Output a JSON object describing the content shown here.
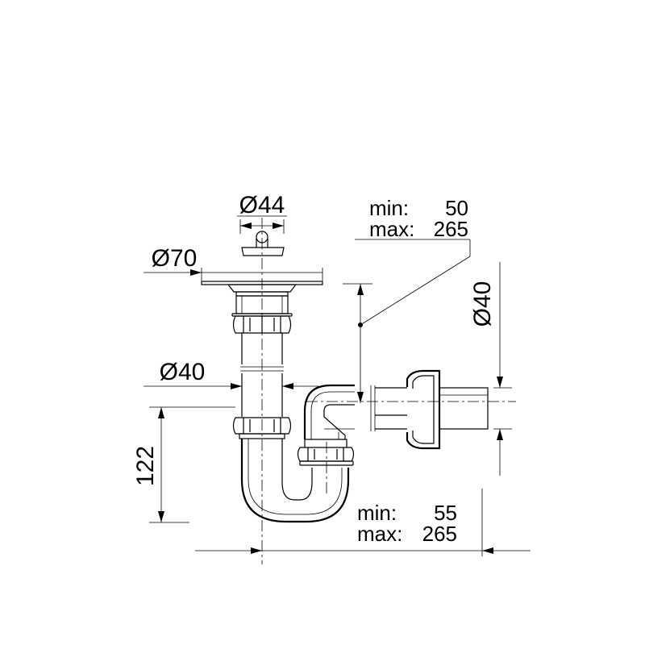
{
  "drawing": {
    "dimensions": {
      "cap_diameter": "Ø44",
      "plate_diameter": "Ø70",
      "pipe_diameter": "Ø40",
      "outlet_diameter": "Ø40",
      "trap_height": "122",
      "outlet_height": {
        "min_label": "min:",
        "min_value": "50",
        "max_label": "max:",
        "max_value": "265"
      },
      "outlet_length": {
        "min_label": "min:",
        "min_value": "55",
        "max_label": "max:",
        "max_value": "265"
      }
    }
  }
}
